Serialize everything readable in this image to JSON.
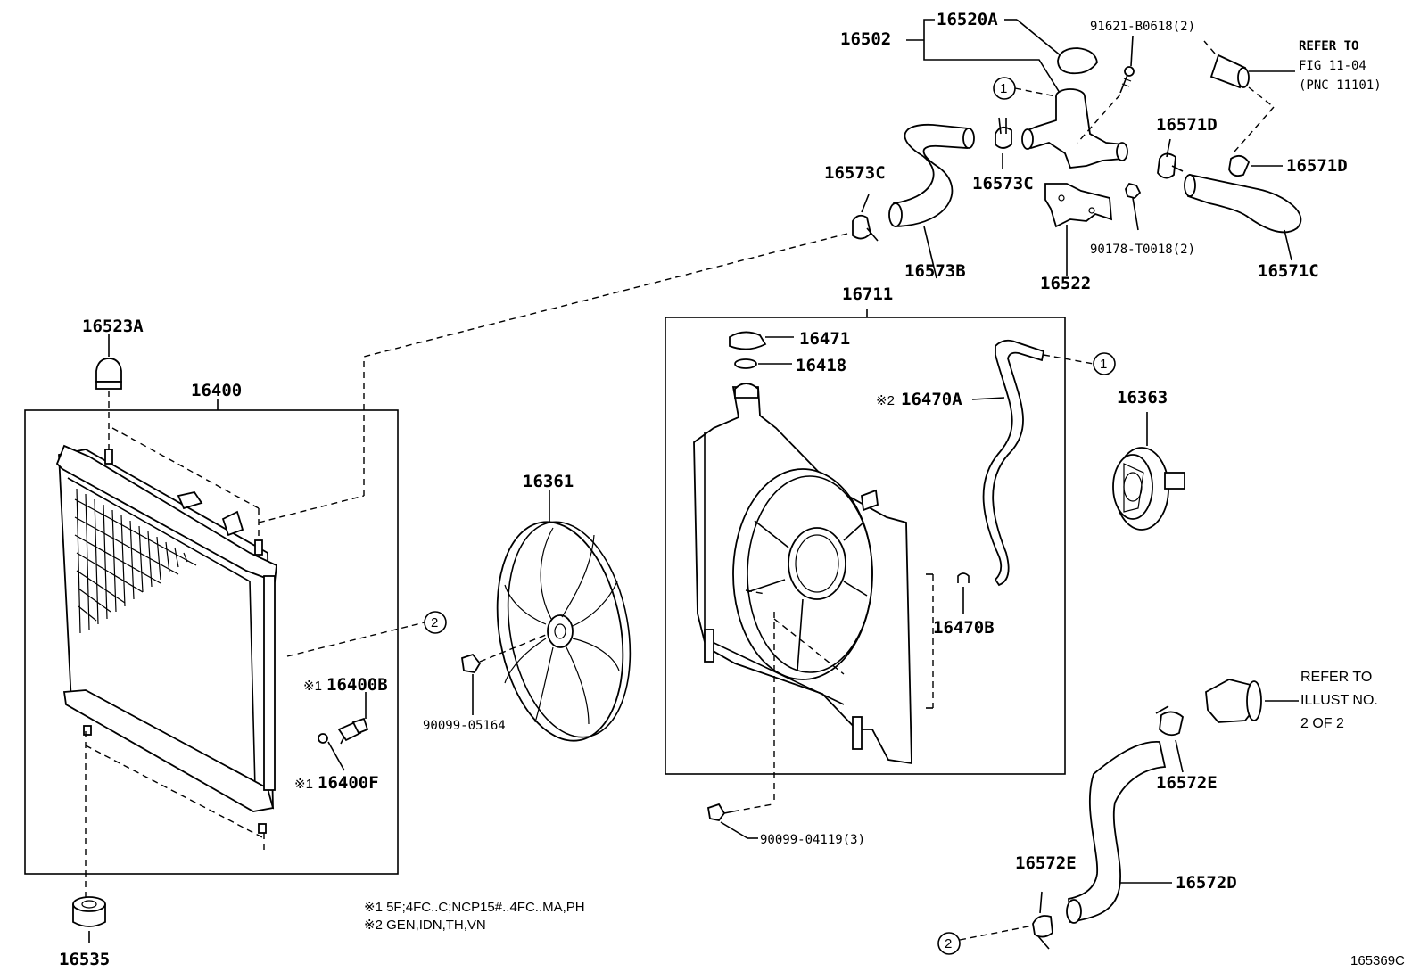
{
  "labels": {
    "p16520A": "16520A",
    "p16502": "16502",
    "p91621": "91621-B0618(2)",
    "refer_fig_l1": "REFER TO",
    "refer_fig_l2": "FIG 11-04",
    "refer_fig_l3": "(PNC 11101)",
    "p16571D_a": "16571D",
    "p16571D_b": "16571D",
    "p16573C_a": "16573C",
    "p16573C_b": "16573C",
    "p90178": "90178-T0018(2)",
    "p16573B": "16573B",
    "p16522": "16522",
    "p16571C": "16571C",
    "p16711": "16711",
    "p16471": "16471",
    "p16418": "16418",
    "p16470A": "16470A",
    "p16363": "16363",
    "p16523A": "16523A",
    "p16400": "16400",
    "p16361": "16361",
    "p16470B": "16470B",
    "p16400B": "16400B",
    "p16400F": "16400F",
    "p90099_05164": "90099-05164",
    "p90099_04119": "90099-04119(3)",
    "refer_illust_l1": "REFER TO",
    "refer_illust_l2": "ILLUST NO.",
    "refer_illust_l3": "2 OF 2",
    "p16572E_a": "16572E",
    "p16572E_b": "16572E",
    "p16572D": "16572D",
    "p16535": "16535"
  },
  "markers": {
    "note1": "※1",
    "note2": "※2",
    "circle1": "1",
    "circle2": "2"
  },
  "notes": {
    "n1": "※1 5F;4FC..C;NCP15#..4FC..MA,PH",
    "n2": "※2 GEN,IDN,TH,VN"
  },
  "figure_id": "165369C"
}
